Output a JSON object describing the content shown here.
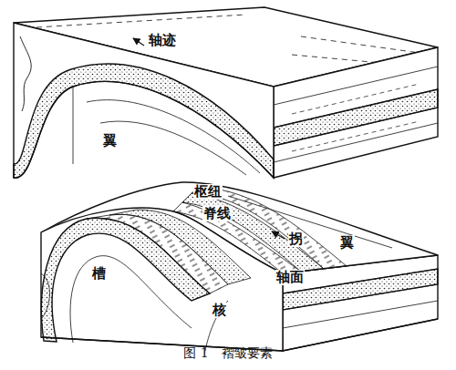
{
  "diagram": {
    "caption": "图 1　褶皱要素",
    "labels": [
      "轴迹",
      "翼",
      "枢纽",
      "脊线",
      "拐",
      "翼",
      "轴面",
      "槽",
      "核"
    ]
  }
}
